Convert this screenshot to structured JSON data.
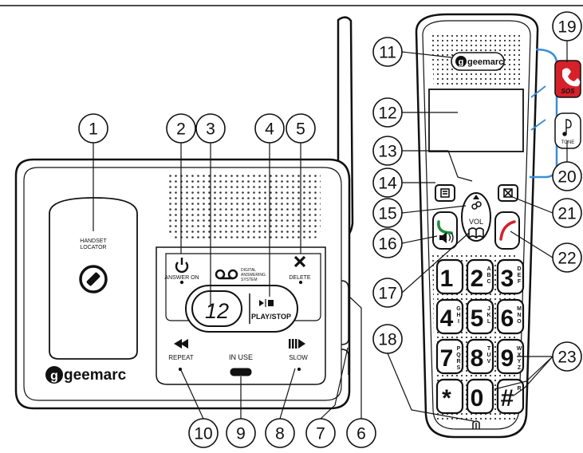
{
  "base": {
    "locator_line1": "HANDSET",
    "locator_line2": "LOCATOR",
    "answer_on": "ANSWER ON",
    "delete": "DELETE",
    "digital_line1": "DIGITAL",
    "digital_line2": "ANSWERING",
    "digital_line3": "SYSTEM",
    "counter": "12",
    "play_stop": "PLAY/STOP",
    "repeat": "REPEAT",
    "in_use": "IN USE",
    "slow": "SLOW",
    "brand": "geemarc"
  },
  "handset": {
    "brand": "geemarc",
    "vol": "VOL",
    "sos": "SOS",
    "tone": "TONE",
    "keys": [
      {
        "digit": "1",
        "letters": ""
      },
      {
        "digit": "2",
        "letters": "ABC"
      },
      {
        "digit": "3",
        "letters": "DEF"
      },
      {
        "digit": "4",
        "letters": "GHI"
      },
      {
        "digit": "5",
        "letters": "JKL"
      },
      {
        "digit": "6",
        "letters": "MNO"
      },
      {
        "digit": "7",
        "letters": "PQRS"
      },
      {
        "digit": "8",
        "letters": "TUV"
      },
      {
        "digit": "9",
        "letters": "WXYZ"
      },
      {
        "digit": "*",
        "letters": ""
      },
      {
        "digit": "0",
        "letters": ""
      },
      {
        "digit": "#",
        "letters": "R"
      }
    ]
  },
  "callouts": [
    "1",
    "2",
    "3",
    "4",
    "5",
    "6",
    "7",
    "8",
    "9",
    "10",
    "11",
    "12",
    "13",
    "14",
    "15",
    "16",
    "17",
    "18",
    "19",
    "20",
    "21",
    "22",
    "23"
  ],
  "colors": {
    "outline": "#111111",
    "red": "#d6202a",
    "green": "#1a8f3a"
  }
}
